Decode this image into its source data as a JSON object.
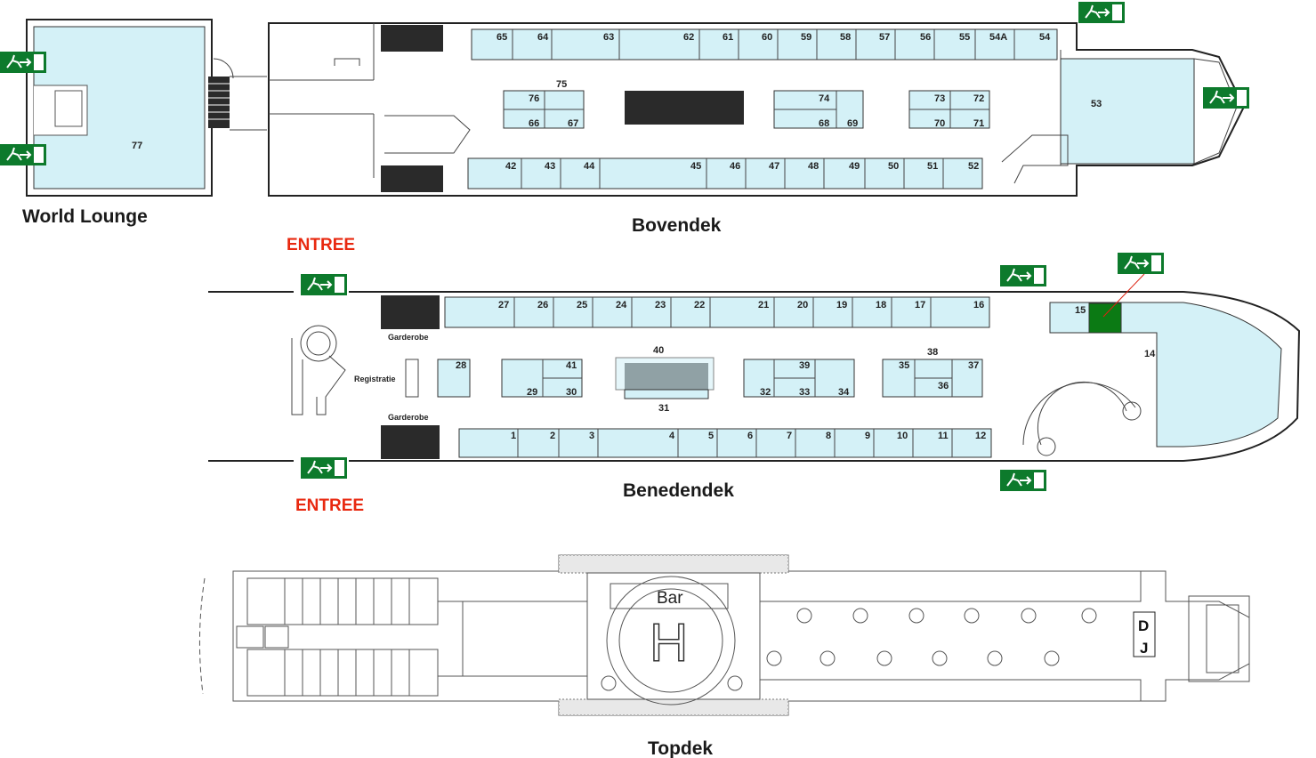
{
  "decks": {
    "world_lounge": "World Lounge",
    "bovendek": "Bovendek",
    "benedendek": "Benedendek",
    "topdek": "Topdek"
  },
  "entrance": {
    "top": "ENTREE",
    "bottom": "ENTREE"
  },
  "areas": {
    "registratie": "Registratie",
    "garderobe_top": "Garderobe",
    "garderobe_bottom": "Garderobe",
    "bar": "Bar",
    "dj_d": "D",
    "dj_j": "J",
    "helipad": "H"
  },
  "stands": {
    "lounge": [
      "77"
    ],
    "boven_top_row": [
      "65",
      "64",
      "63",
      "62",
      "61",
      "60",
      "59",
      "58",
      "57",
      "56",
      "55",
      "54A",
      "54"
    ],
    "boven_mid": [
      "75",
      "76",
      "66",
      "67",
      "74",
      "68",
      "69",
      "73",
      "72",
      "70",
      "71"
    ],
    "boven_bottom_row": [
      "42",
      "43",
      "44",
      "45",
      "46",
      "47",
      "48",
      "49",
      "50",
      "51",
      "52"
    ],
    "boven_bow": [
      "53"
    ],
    "beneden_top_row": [
      "27",
      "26",
      "25",
      "24",
      "23",
      "22",
      "21",
      "20",
      "19",
      "18",
      "17",
      "16"
    ],
    "beneden_mid": [
      "28",
      "41",
      "29",
      "30",
      "40",
      "31",
      "39",
      "32",
      "33",
      "34",
      "38",
      "35",
      "37",
      "36"
    ],
    "beneden_bottom_row": [
      "1",
      "2",
      "3",
      "4",
      "5",
      "6",
      "7",
      "8",
      "9",
      "10",
      "11",
      "12"
    ],
    "beneden_bow": [
      "15",
      "14"
    ]
  },
  "colors": {
    "stand_fill": "#d4f1f7",
    "exit_green": "#0d7a2c",
    "entree_red": "#e8280f",
    "highlight_stand": "#0b7a14"
  },
  "icons": {
    "exit_sign": "emergency-exit-icon"
  }
}
